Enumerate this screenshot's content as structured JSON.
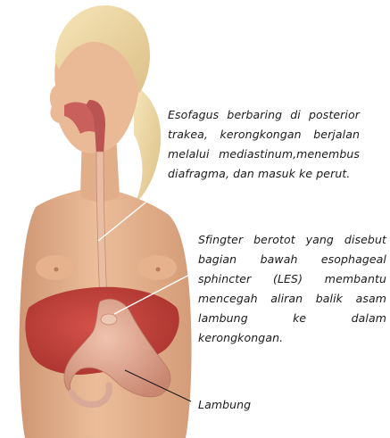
{
  "labels": {
    "esofagus": "Esofagus berbaring di posterior trakea, kerongkongan berjalan melalui mediastinum,menembus diafragma, dan masuk ke perut.",
    "sfingter": "Sfingter berotot yang disebut bagian bawah esophageal sphincter (LES) membantu mencegah aliran balik asam lambung ke dalam kerongkongan.",
    "lambung": "Lambung"
  },
  "colors": {
    "skin": "#e8b591",
    "skin_shadow": "#c98c68",
    "hair": "#efd89f",
    "organ_red": "#c8433c",
    "stomach": "#d9a08a",
    "esophagus": "#e6b59a",
    "leader_line": "#ffffff"
  }
}
